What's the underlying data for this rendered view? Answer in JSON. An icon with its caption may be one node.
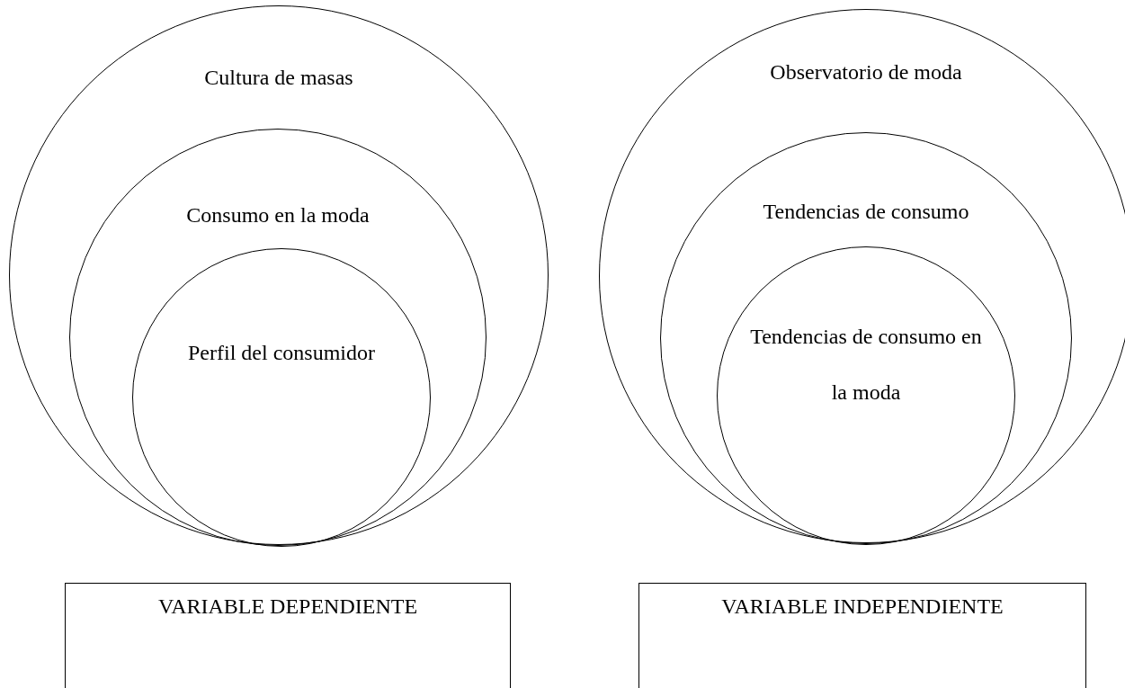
{
  "diagram": {
    "nodes": [
      {
        "text": [
          "Cultura de masas"
        ]
      },
      {
        "text": [
          "Consumo en la moda"
        ],
        "in": 0
      },
      {
        "text": [
          "Perfil del consumidor"
        ],
        "in": 1
      },
      {
        "text": [
          "Observatorio de moda"
        ]
      },
      {
        "text": [
          "Tendencias de consumo"
        ],
        "in": 3
      },
      {
        "text": [
          "Tendencias de consumo en la moda"
        ],
        "in": 4
      },
      {
        "text": [
          "VARIABLE DEPENDIENTE"
        ]
      },
      {
        "text": [
          "VARIABLE INDEPENDIENTE"
        ]
      }
    ]
  }
}
